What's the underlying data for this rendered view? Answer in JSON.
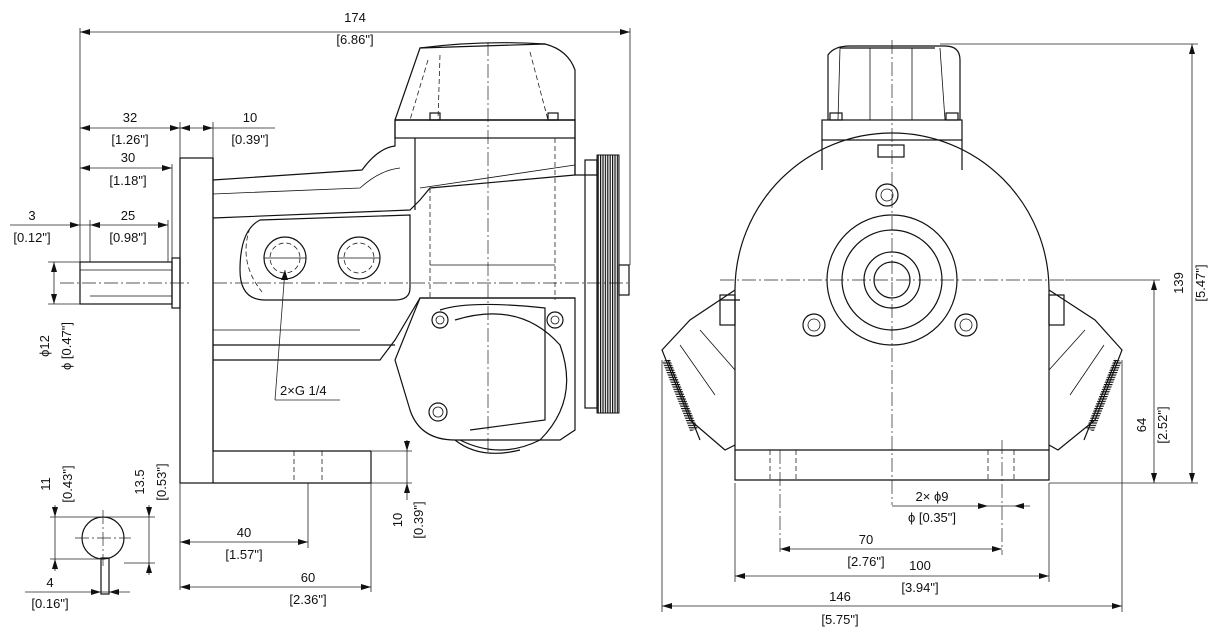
{
  "dimensions": {
    "d174": {
      "mm": "174",
      "in": "[6.86\"]"
    },
    "d32": {
      "mm": "32",
      "in": "[1.26\"]"
    },
    "d10_top": {
      "mm": "10",
      "in": "[0.39\"]"
    },
    "d30": {
      "mm": "30",
      "in": "[1.18\"]"
    },
    "d3": {
      "mm": "3",
      "in": "[0.12\"]"
    },
    "d25": {
      "mm": "25",
      "in": "[0.98\"]"
    },
    "d12": {
      "mm": "ϕ12",
      "in": "ϕ [0.47\"]"
    },
    "port": {
      "label": "2×G 1/4"
    },
    "d11": {
      "mm": "11",
      "in": "[0.43\"]"
    },
    "d13_5": {
      "mm": "13.5",
      "in": "[0.53\"]"
    },
    "d4": {
      "mm": "4",
      "in": "[0.16\"]"
    },
    "d40": {
      "mm": "40",
      "in": "[1.57\"]"
    },
    "d60": {
      "mm": "60",
      "in": "[2.36\"]"
    },
    "d10_base": {
      "mm": "10",
      "in": "[0.39\"]"
    },
    "d139": {
      "mm": "139",
      "in": "[5.47\"]"
    },
    "d64": {
      "mm": "64",
      "in": "[2.52\"]"
    },
    "hole": {
      "mm": "2× ϕ9",
      "in": "ϕ [0.35\"]"
    },
    "d70": {
      "mm": "70",
      "in": "[2.76\"]"
    },
    "d100": {
      "mm": "100",
      "in": "[3.94\"]"
    },
    "d146": {
      "mm": "146",
      "in": "[5.75\"]"
    }
  }
}
